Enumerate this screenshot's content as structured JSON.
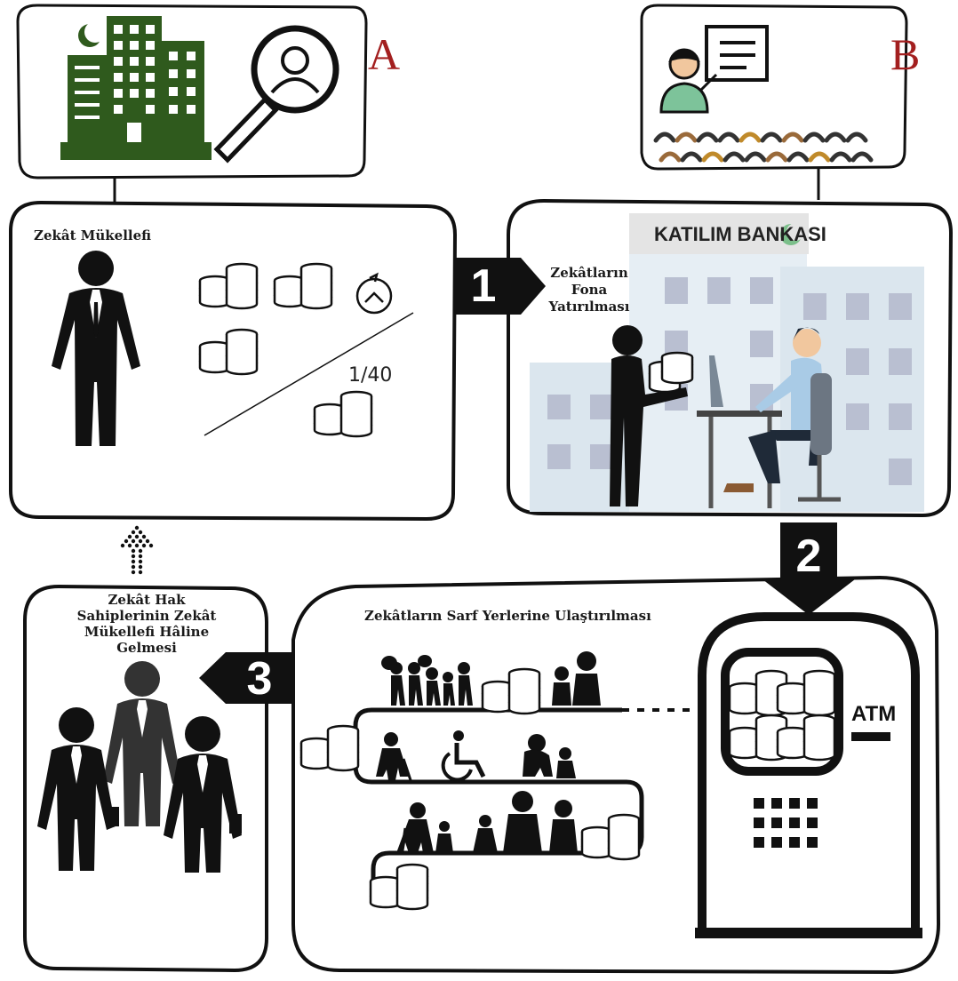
{
  "labels": {
    "a": "A",
    "b": "B",
    "payer": "Zekât Mükellefi",
    "deposit": "Zekâtların Fona Yatırılması",
    "distribution": "Zekâtların Sarf Yerlerine Ulaştırılması",
    "recipients": "Zekât Hak Sahiplerinin Zekât Mükellefi Hâline Gelmesi",
    "bank_sign": "KATILIM BANKASI",
    "atm": "ATM",
    "ratio": "1/40"
  },
  "steps": [
    "1",
    "2",
    "3"
  ],
  "icons": [
    "mosque-crescent-icon",
    "office-building-icon",
    "magnifier-user-icon",
    "teacher-icon",
    "audience-icon",
    "businessman-icon",
    "coin-stack-icon",
    "cycle-icon",
    "bank-building-icon",
    "bank-clerk-icon",
    "depositor-icon",
    "atm-machine-icon",
    "keypad-icon",
    "refugees-icon",
    "family-icon",
    "elderly-icon",
    "wheelchair-icon",
    "children-icon",
    "dotted-arrow-up-icon",
    "businessmen-group-icon"
  ],
  "colors": {
    "label_red": "#a31f1f",
    "building_green": "#2f5a1d",
    "bank_blue": "#dbe6ee",
    "ink": "#111111"
  }
}
